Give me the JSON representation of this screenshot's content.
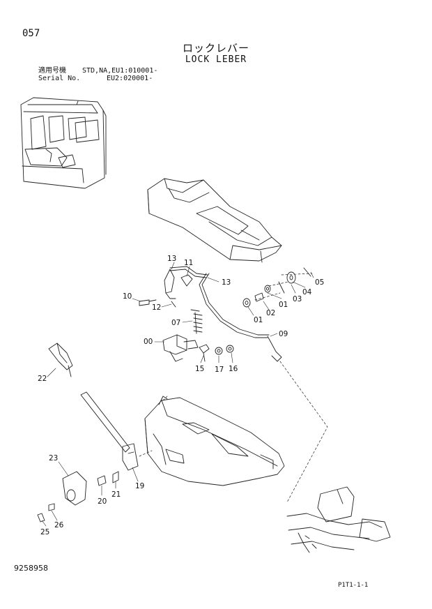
{
  "header": {
    "page_number": "057",
    "title_jp": "ロックレバー",
    "title_en": "LOCK LEBER",
    "applicable_label_jp": "適用号機",
    "serial_label_en": "Serial No.",
    "std_line": "STD,NA,EU1:010001-",
    "eu2_line": "EU2:020001-"
  },
  "footer": {
    "drawing_number": "9258958",
    "sheet_ref": "P1T1-1-1"
  },
  "callouts": {
    "c13a": "13",
    "c11": "11",
    "c13b": "13",
    "c10": "10",
    "c12": "12",
    "c07": "07",
    "c00": "00",
    "c15": "15",
    "c17": "17",
    "c16": "16",
    "c09": "09",
    "c01a": "01",
    "c02": "02",
    "c01b": "01",
    "c03": "03",
    "c04": "04",
    "c05": "05",
    "c22": "22",
    "c23": "23",
    "c19": "19",
    "c20": "20",
    "c21": "21",
    "c26": "26",
    "c25": "25"
  }
}
